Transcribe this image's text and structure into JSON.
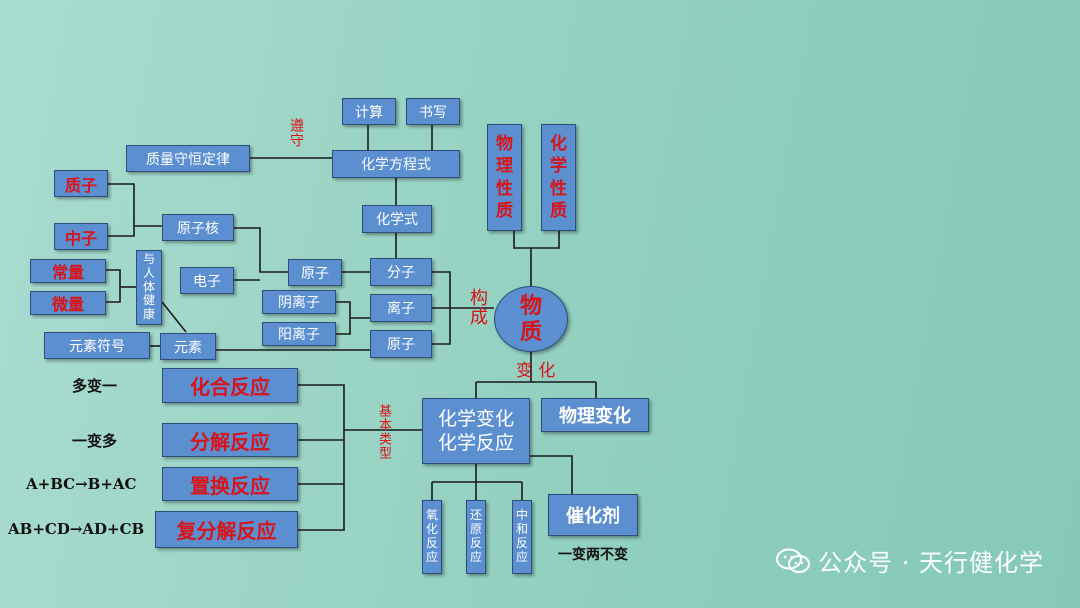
{
  "nodes": {
    "calc": "计算",
    "write": "书写",
    "equation": "化学方程式",
    "mass_law": "质量守恒定律",
    "formula": "化学式",
    "proton": "质子",
    "neutron": "中子",
    "nucleus": "原子核",
    "electron": "电子",
    "constant": "常量",
    "trace": "微量",
    "health": "与人体健康",
    "atom_left": "原子",
    "molecule": "分子",
    "anion": "阴离子",
    "cation": "阳离子",
    "ion": "离子",
    "atom_right": "原子",
    "symbol": "元素符号",
    "element": "元素",
    "phys_prop": "物理性质",
    "chem_prop": "化学性质",
    "matter_line1": "物",
    "matter_line2": "质",
    "chem_change_line1": "化学变化",
    "chem_change_line2": "化学反应",
    "phys_change": "物理变化",
    "combination": "化合反应",
    "decomposition": "分解反应",
    "displacement": "置换反应",
    "double_decomp": "复分解反应",
    "oxidation": "氧化反应",
    "reduction": "还原反应",
    "neutralization": "中和反应",
    "catalyst": "催化剂"
  },
  "labels": {
    "obey": "遵守",
    "compose": "构成",
    "change": "变 化",
    "basic_types": "基本类型",
    "many_to_one": "多变一",
    "one_to_many": "一变多",
    "displacement_eq": "A+BC→B+AC",
    "double_eq": "AB+CD→AD+CB",
    "catalyst_rule": "一变两不变"
  },
  "watermark": "公众号 · 天行健化学",
  "colors": {
    "node_fill": "#5b8fd0",
    "node_border": "#2f4f7a",
    "red_text": "#d8131a",
    "line": "#1a1a1a"
  }
}
